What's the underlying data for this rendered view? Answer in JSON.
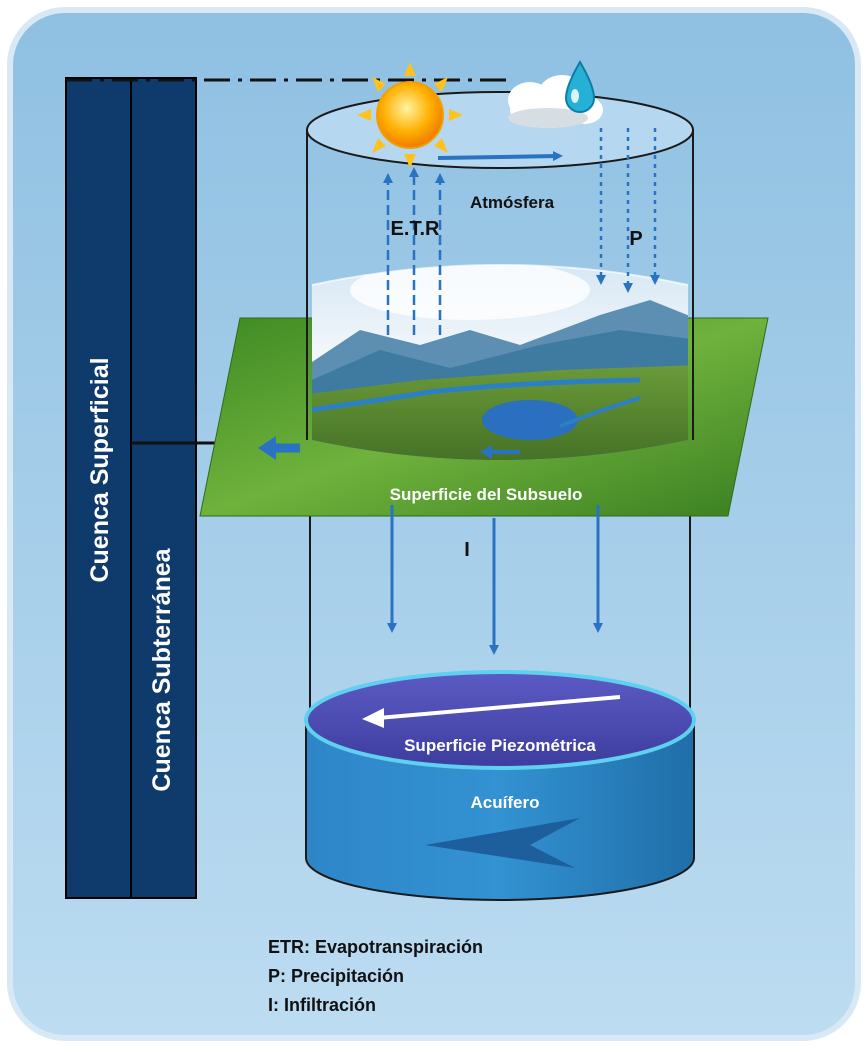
{
  "diagram": {
    "labels": {
      "atmosphere": "Atmósfera",
      "etr": "E.T.R",
      "precipitation": "P",
      "infiltration": "I",
      "subsoil_surface": "Superficie del Subsuelo",
      "piezometric_surface": "Superficie Piezométrica",
      "aquifer": "Acuífero",
      "surface_basin": "Cuenca Superficial",
      "groundwater_basin": "Cuenca Subterránea"
    },
    "legend": [
      "ETR:  Evapotranspiración",
      "P: Precipitación",
      "I: Infiltración"
    ],
    "colors": {
      "background": "#a9cfea",
      "basin_bar": "#0f3b6c",
      "arrow": "#2a72c2",
      "piezometric": "#4f4fb4",
      "aquifer": "#2b7dbe",
      "grass": "#4a9a2c"
    },
    "icons": [
      "sun-icon",
      "cloud-icon",
      "water-drop-icon"
    ]
  }
}
